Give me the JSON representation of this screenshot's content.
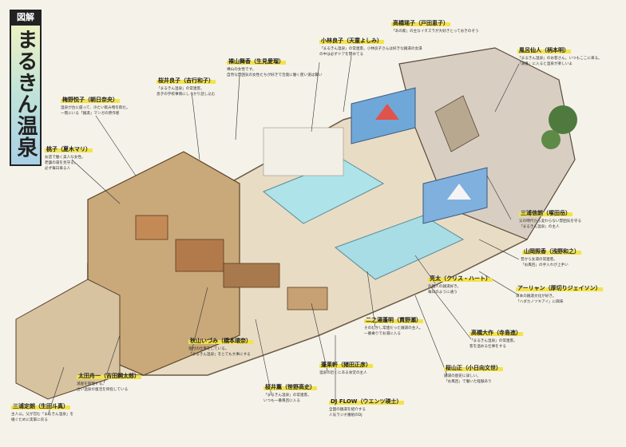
{
  "title": {
    "tag": "図解",
    "main": "まるきん温泉"
  },
  "labels": [
    {
      "id": "takahashi-yoko",
      "name": "高橋瑶子（戸田恵子）",
      "desc": "「あの家」の主なイタズラが大好きとっておきのぞう"
    },
    {
      "id": "kobayashi",
      "name": "小林良子（天童よしみ）",
      "desc": "「まるきん温泉」の常連客。小林良子さんは好きな銭湯の女湯の中は必ずドアを閉めてる"
    },
    {
      "id": "furoyama-maika",
      "name": "裸山舞香（生見愛瑠）",
      "desc": "裸山の女性です。\n自然な雰囲気の女性たちが好きで活発に働く使い道は賢い"
    },
    {
      "id": "fuzoku-sennin",
      "name": "風呂仙人（柄本明）",
      "desc": "「まるきん温泉」のお客さん。いつもここに来る。\n「湯番」に入ると温泉が楽しいよ"
    },
    {
      "id": "sakurai-ryoko",
      "name": "桜井良子（吉行和子）",
      "desc": "「まるきん温泉」の常連客。\n息子の学校事情にしっかり話し込む"
    },
    {
      "id": "tsukino-etsuko",
      "name": "梅野悦子（朝日奈央）",
      "desc": "温泉が台に座って、冷たい飲み物を飲む。\n一階にいる「銭湯」マンガの原作者"
    },
    {
      "id": "toko",
      "name": "桃子（夏木マリ）",
      "desc": "お店で働く美人な女性。\n老舗の湯を見守る。\n必ず毎日来る人"
    },
    {
      "id": "miura-noriaki",
      "name": "三浦信朗（塚田岳）",
      "desc": "父の時代から変わらない雰囲気を守る\n「まるきん温泉」の主人"
    },
    {
      "id": "yamaoka",
      "name": "山岡照香（浅野和之）",
      "desc": "昔から女湯の常連客。\n「お風呂」の手入れが上手い"
    },
    {
      "id": "aryan",
      "name": "アーリャン（厚切りジェイソン）",
      "desc": "日本の銭湯文化が好き。\n「ハダカノツキアイ」に興味"
    },
    {
      "id": "ryota",
      "name": "亮太（クリス・ハート）",
      "desc": "外国人の銭湯好き。\n毎日のように通う"
    },
    {
      "id": "ninomiya",
      "name": "二之湯蓬明（貫野瀬）",
      "desc": "そのむかし常連だった銭湯の主人。\n一番乗りでお湯に入る"
    },
    {
      "id": "takahashi-daisaku",
      "name": "高橋大作（寺島進）",
      "desc": "「まるきん温泉」の常連客。\n客を温める仕事をする"
    },
    {
      "id": "akiyama-izumi",
      "name": "秋山いづみ（橋本環奈）",
      "desc": "受付の仕事をしている。\n「まるきん温泉」をとても大事にする"
    },
    {
      "id": "ota",
      "name": "太田舟一（吉田鋼太郎）",
      "desc": "湯屋を管理する。\n古い温泉の復活を目指している"
    },
    {
      "id": "sakurai-kaoru",
      "name": "桜井薫（笹野高史）",
      "desc": "「まるきん温泉」の常連客。\nいつも一番風呂に入る"
    },
    {
      "id": "horaiken",
      "name": "蓬莱軒（猪田正彦）",
      "desc": "温泉の近くにある食堂の主人"
    },
    {
      "id": "furuyama-tadashi",
      "name": "桜山正（小日向文世）",
      "desc": "銭湯の歴史に詳しい。\n「お風呂」で働いた経験あり"
    },
    {
      "id": "dj-flow",
      "name": "DJ FLOW（ウエンツ瑛士）",
      "desc": "全国の銭湯を紹介する\n人気ラジオ番組のDJ"
    },
    {
      "id": "miura-kenji",
      "name": "三浦定朗（生田斗真）",
      "desc": "主人公。父が営む「まるきん温泉」を\n継ぐために実家に戻る"
    }
  ]
}
